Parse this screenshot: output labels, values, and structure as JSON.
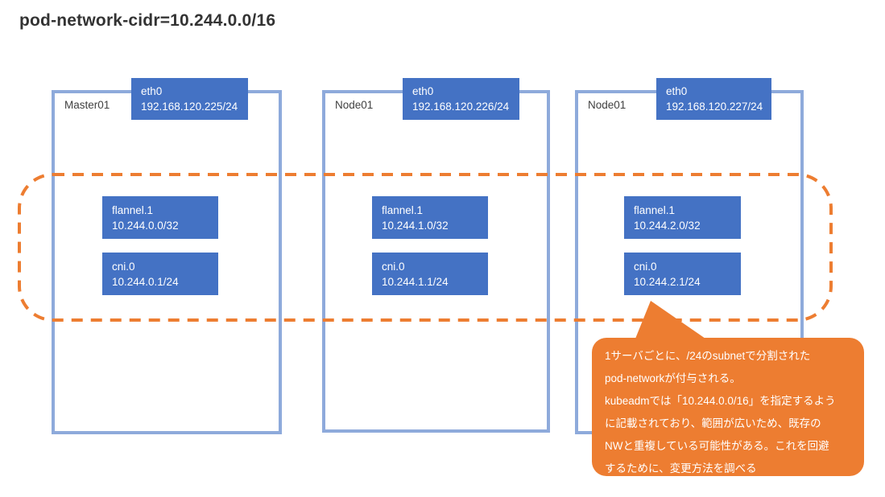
{
  "title": "pod-network-cidr=10.244.0.0/16",
  "colors": {
    "interface_box_fill": "#4472C4",
    "server_border": "#8EAADB",
    "accent_orange": "#ED7D31",
    "title_text": "#333333",
    "server_label_text": "#404040",
    "interface_text": "#FFFFFF"
  },
  "servers": [
    {
      "name": "Master01",
      "eth0": {
        "label": "eth0",
        "ip": "192.168.120.225/24"
      },
      "flannel": {
        "label": "flannel.1",
        "ip": "10.244.0.0/32"
      },
      "cni": {
        "label": "cni.0",
        "ip": "10.244.0.1/24"
      }
    },
    {
      "name": "Node01",
      "eth0": {
        "label": "eth0",
        "ip": "192.168.120.226/24"
      },
      "flannel": {
        "label": "flannel.1",
        "ip": "10.244.1.0/32"
      },
      "cni": {
        "label": "cni.0",
        "ip": "10.244.1.1/24"
      }
    },
    {
      "name": "Node01",
      "eth0": {
        "label": "eth0",
        "ip": "192.168.120.227/24"
      },
      "flannel": {
        "label": "flannel.1",
        "ip": "10.244.2.0/32"
      },
      "cni": {
        "label": "cni.0",
        "ip": "10.244.2.1/24"
      }
    }
  ],
  "callout": {
    "text": "1サーバごとに、/24のsubnetで分割された\npod-networkが付与される。\nkubeadmでは「10.244.0.0/16」を指定するよう\nに記載されており、範囲が広いため、既存の\nNWと重複している可能性がある。これを回避\nするために、変更方法を調べる"
  }
}
